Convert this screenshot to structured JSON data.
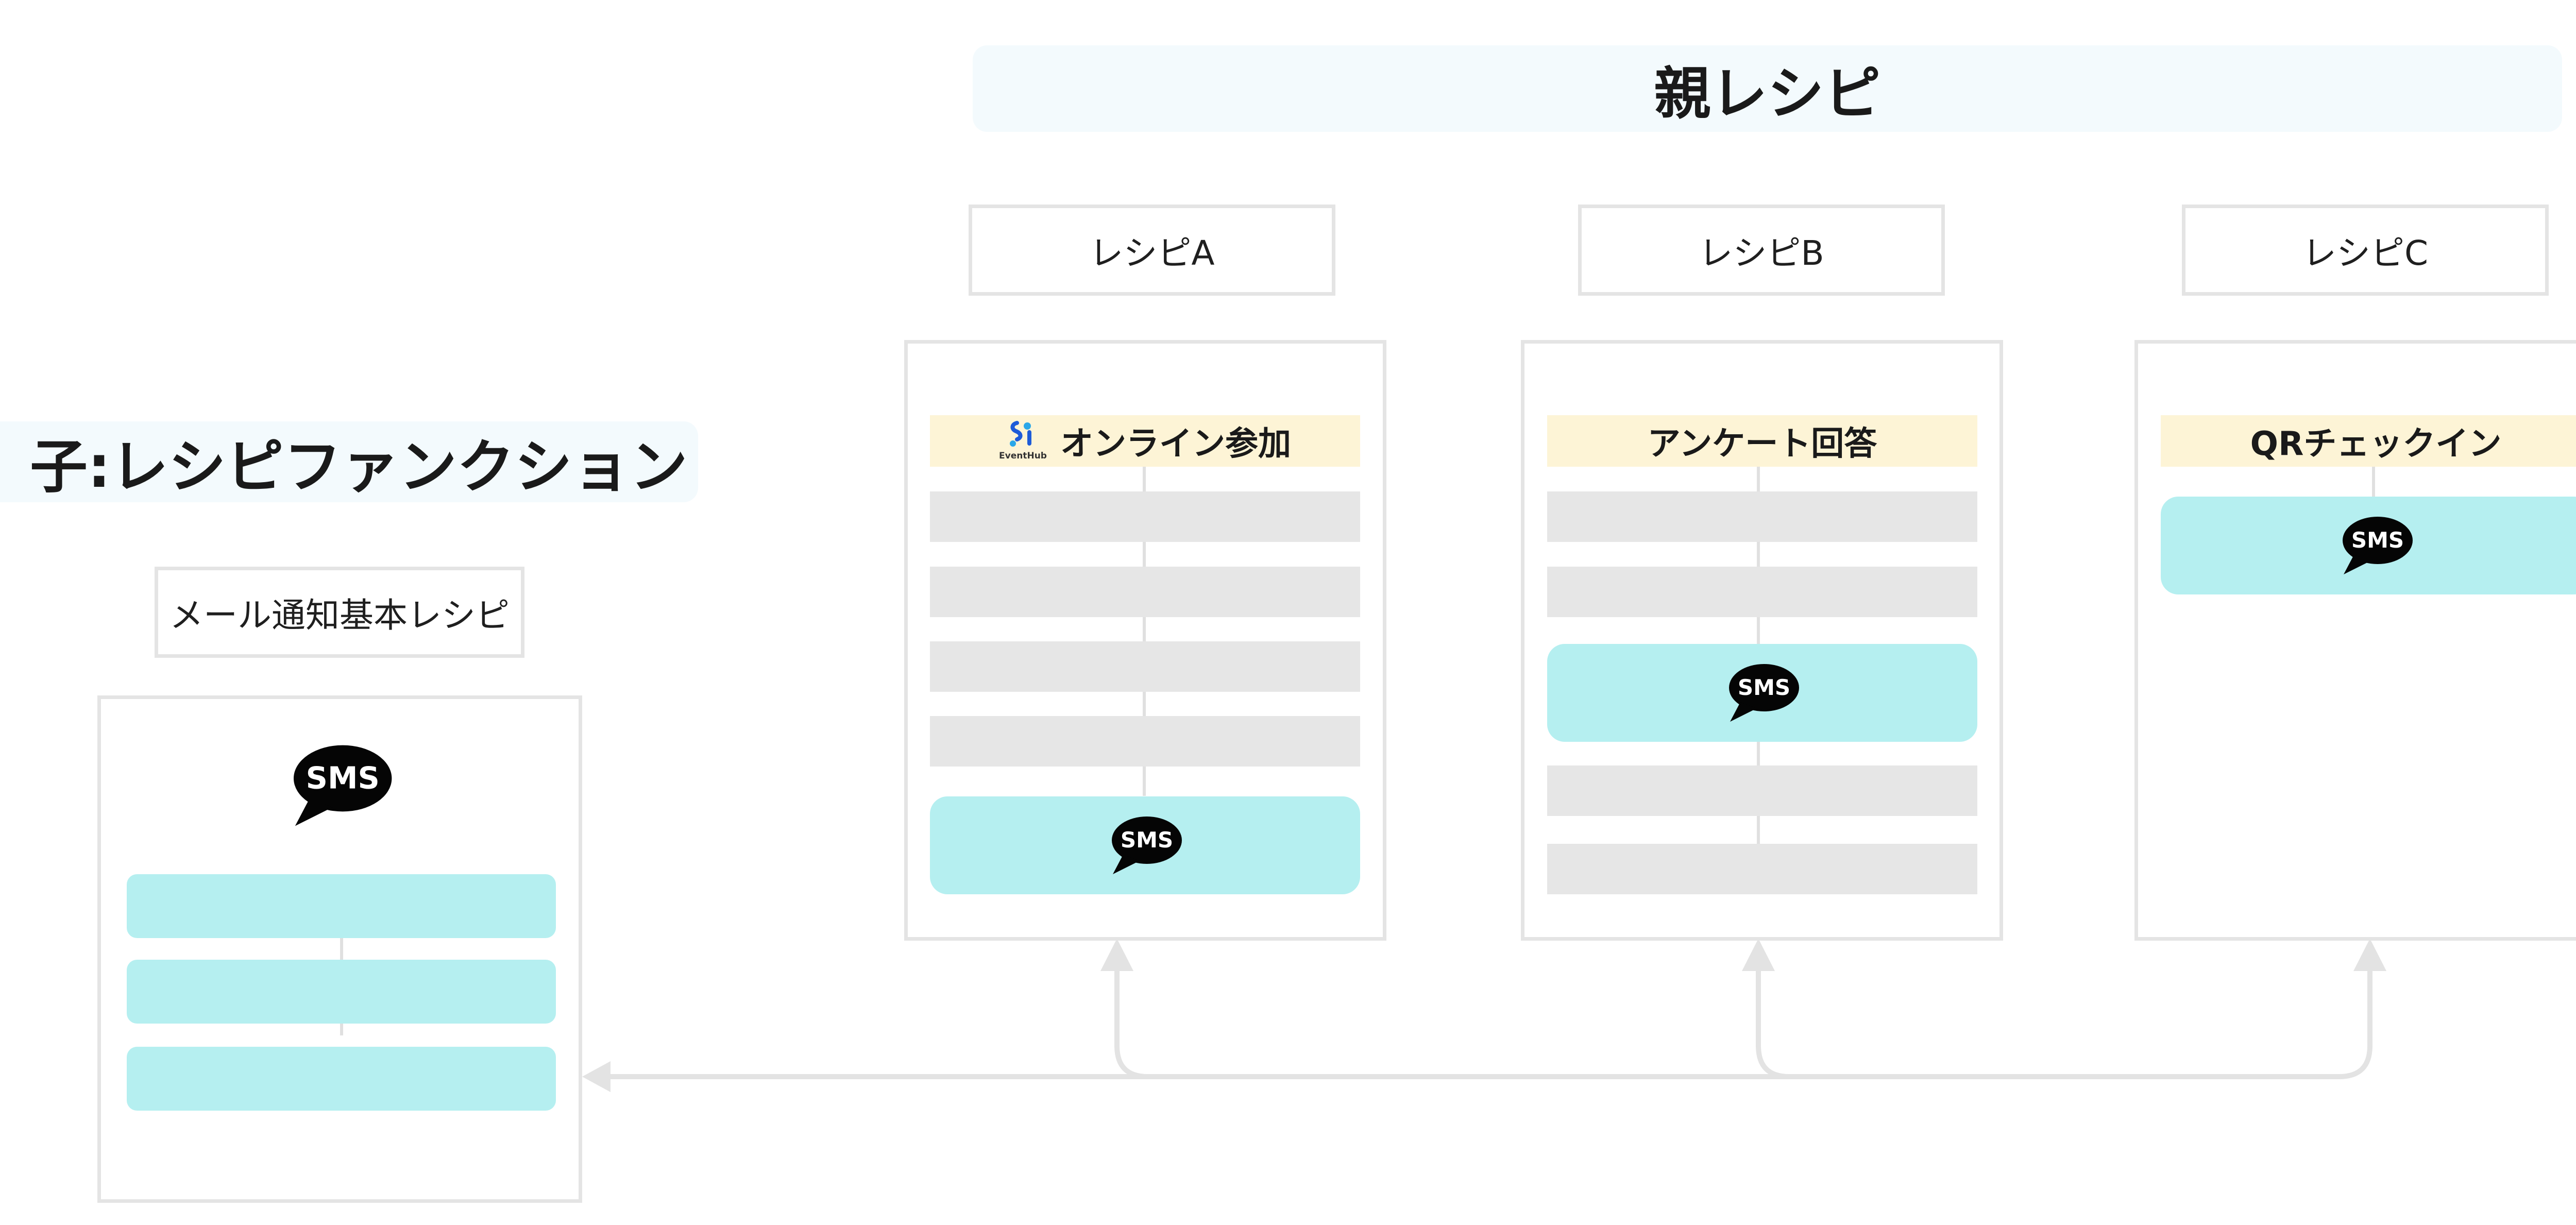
{
  "parent": {
    "title": "親レシピ"
  },
  "child": {
    "title": "子:レシピファンクション",
    "label": "メール通知基本レシピ",
    "icon": "sms-chat-bubble-icon",
    "icon_text": "SMS"
  },
  "recipes": [
    {
      "label": "レシピA",
      "header": "オンライン参加",
      "logo_text": "EventHub",
      "icon_text": "SMS"
    },
    {
      "label": "レシピB",
      "header": "アンケート回答",
      "icon_text": "SMS"
    },
    {
      "label": "レシピC",
      "header": "QRチェックイン",
      "icon_text": "SMS"
    }
  ],
  "colors": {
    "header_bg": "#fdf4d6",
    "action_bg": "#b5eff0",
    "step_bg": "#e6e6e6",
    "border": "#e4e4e4",
    "title_bg": "#f3fafd"
  }
}
